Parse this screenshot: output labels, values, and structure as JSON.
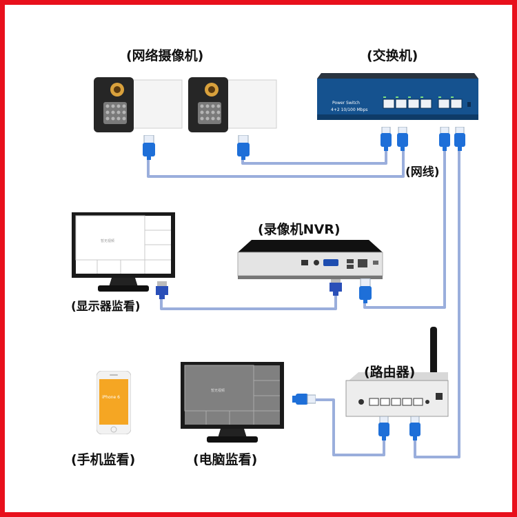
{
  "labels": {
    "camera": "(网络摄像机)",
    "switch": "(交换机)",
    "network_cable": "(网线)",
    "nvr": "(录像机NVR)",
    "monitor": "(显示器监看)",
    "router": "(路由器)",
    "phone": "(手机监看)",
    "computer": "(电脑监看)"
  },
  "switch_panel": {
    "name": "Power Switch",
    "spec": "4+2 10/100 Mbps"
  },
  "screen_placeholder": "暂无视频",
  "phone_model": "iPhone 6",
  "colors": {
    "frame": "#e8101c",
    "cable": "#9aaedc",
    "rj45_boot": "#1e6fd8",
    "vga": "#2a4fb8"
  }
}
